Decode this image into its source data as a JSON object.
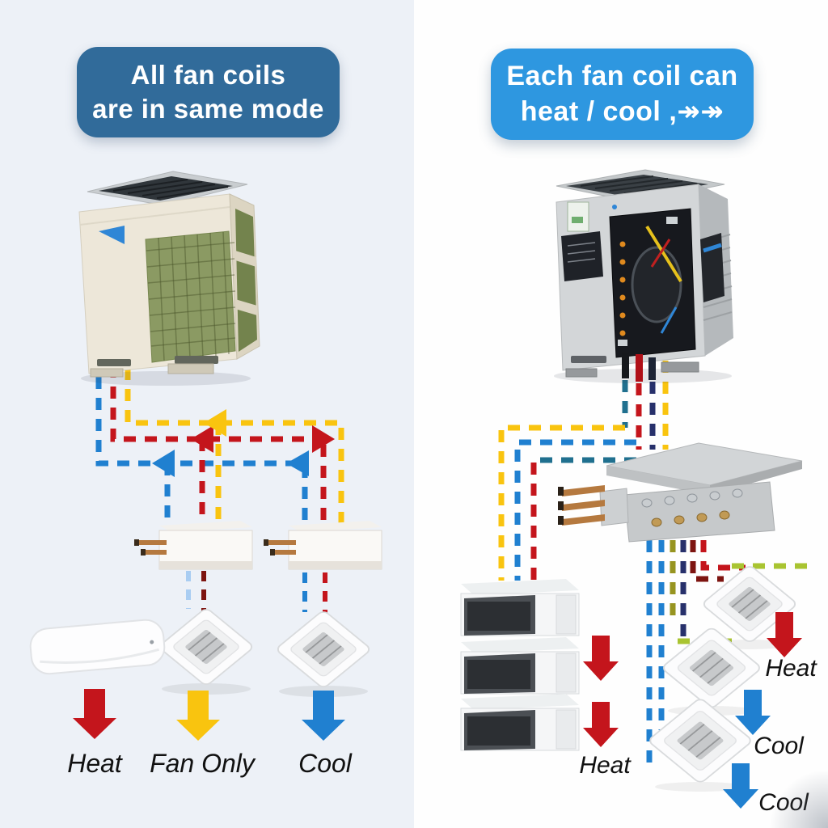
{
  "left_panel": {
    "badge": {
      "line1": "All fan coils",
      "line2": "are in same mode"
    },
    "mode_labels": [
      {
        "text": "Heat"
      },
      {
        "text": "Fan Only"
      },
      {
        "text": "Cool"
      }
    ]
  },
  "right_panel": {
    "badge": {
      "line1": "Each fan coil can",
      "line2": "heat / cool ,↠↠"
    },
    "mode_labels": [
      {
        "text": "Heat"
      },
      {
        "text": "Heat"
      },
      {
        "text": "Cool"
      },
      {
        "text": "Cool"
      }
    ]
  },
  "colors": {
    "heat": "#c4151c",
    "cool": "#2080d0",
    "fan_only": "#f9c40f",
    "light_blue": "#a9cdf2",
    "dark_red": "#7d1410",
    "teal": "#20708f",
    "navy": "#27306b",
    "olive": "#979420",
    "lime": "#a9c431",
    "badge_left_bg": "#316b9a",
    "badge_right_bg": "#2e97e0",
    "background_left": "#edf1f7",
    "background_right": "#fefefe",
    "label_text": "#111111"
  }
}
